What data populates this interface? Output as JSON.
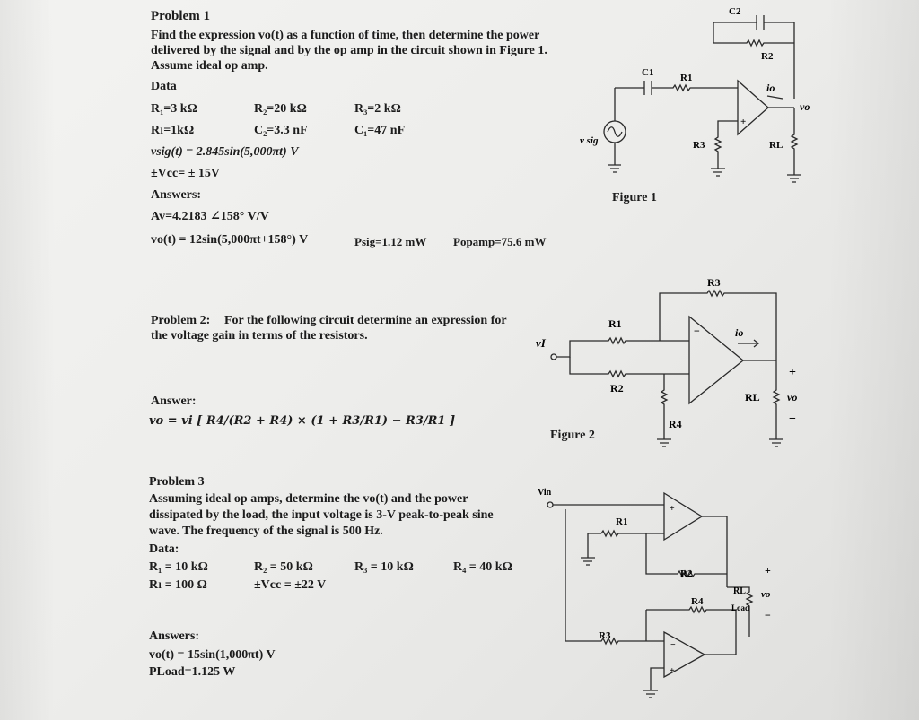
{
  "problem1": {
    "title": "Problem 1",
    "desc_line1": "Find the expression vo(t) as a function of time, then determine the power",
    "desc_line2": "delivered by the signal and by the op amp in the circuit shown in Figure 1.",
    "desc_line3": "Assume ideal op amp.",
    "data_heading": "Data",
    "r1": "R₁=3 kΩ",
    "r2": "R₂=20 kΩ",
    "r3": "R₃=2 kΩ",
    "rl": "Rₗ=1kΩ",
    "c2": "C₂=3.3 nF",
    "c1": "C₁=47 nF",
    "vsig": "vsig(t) = 2.845sin(5,000πt) V",
    "vcc": "±Vcc= ± 15V",
    "answers_heading": "Answers:",
    "av": "Av=4.2183 ∠158° V/V",
    "vo": "vo(t) = 12sin(5,000πt+158°) V",
    "psig": "Psig=1.12 mW",
    "popamp": "Popamp=75.6 mW",
    "figure_label": "Figure 1"
  },
  "problem2": {
    "title_bold": "Problem 2:",
    "desc_line1": "For the following circuit determine an expression for",
    "desc_line2": "the voltage gain in terms of the resistors.",
    "answer_heading": "Answer:",
    "formula": "vo = vi [ R4/(R2 + R4) × (1 + R3/R1) − R3/R1 ]",
    "figure_label": "Figure 2"
  },
  "problem3": {
    "title": "Problem 3",
    "desc_line1": "Assuming ideal op amps, determine the vo(t) and the power",
    "desc_line2": "dissipated by the load, the input voltage is 3-V peak-to-peak sine",
    "desc_line3": "wave. The frequency of the signal is 500 Hz.",
    "data_heading": "Data:",
    "r1": "R₁ = 10 kΩ",
    "r2": "R₂ = 50 kΩ",
    "r3": "R₃ = 10 kΩ",
    "r4": "R₄ = 40 kΩ",
    "rl": "Rₗ = 100 Ω",
    "vcc": "±Vcc = ±22 V",
    "answers_heading": "Answers:",
    "vo": "vo(t) = 15sin(1,000πt) V",
    "pload": "PLoad=1.125 W"
  },
  "figure1_labels": {
    "c2": "C2",
    "r2": "R2",
    "c1": "C1",
    "r1": "R1",
    "io": "io",
    "vo": "vo",
    "vsig": "v sig",
    "r3": "R3",
    "rl": "RL",
    "minus": "-",
    "plus": "+"
  },
  "figure2_labels": {
    "r3": "R3",
    "r1": "R1",
    "vi": "vI",
    "io": "io",
    "r2": "R2",
    "r4": "R4",
    "rl": "RL",
    "vo": "vo",
    "plus": "+",
    "minus": "−"
  },
  "figure3_labels": {
    "vin": "Vin",
    "r1": "R1",
    "r2": "R2",
    "r3": "R3",
    "r4": "R4",
    "rl": "RL",
    "vo": "vo",
    "load": "Load",
    "plus": "+",
    "minus": "−"
  }
}
